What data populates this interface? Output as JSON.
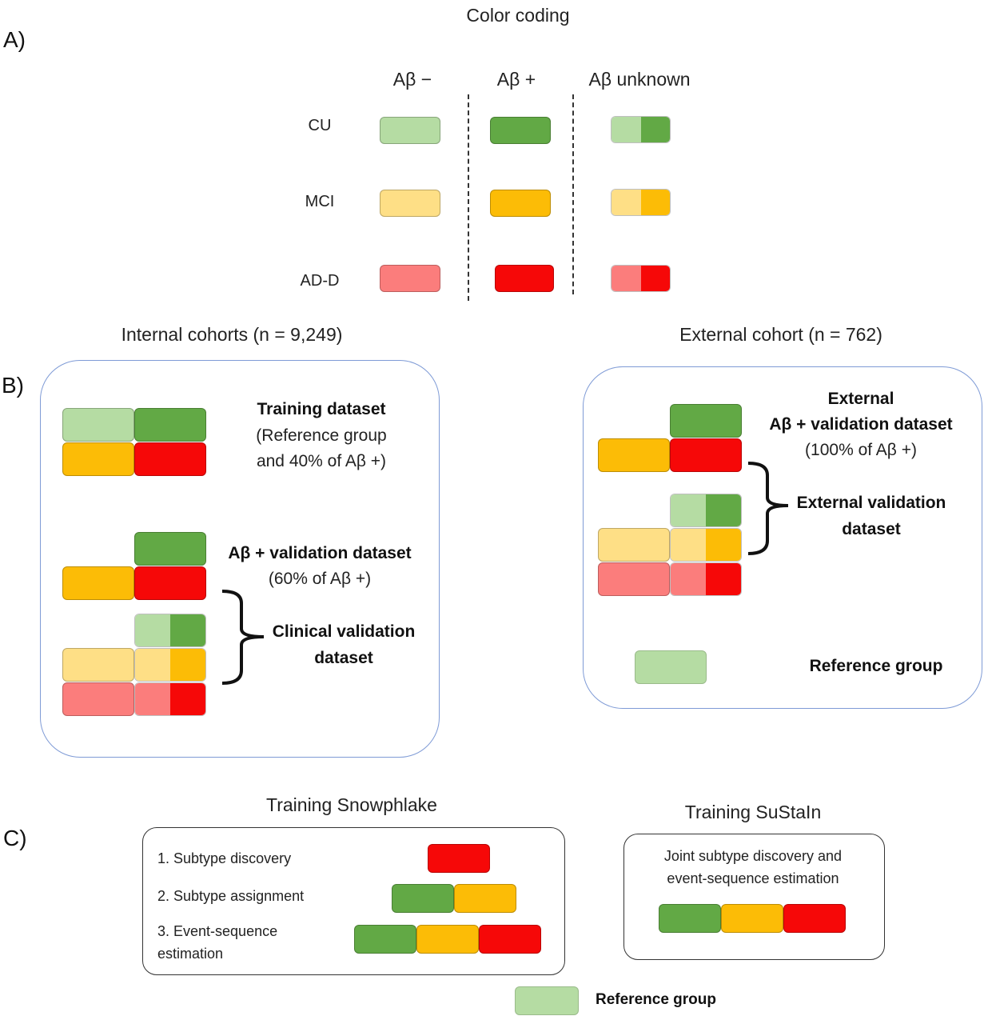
{
  "panel_a": {
    "letter": "A)",
    "title": "Color coding",
    "col_headers": [
      "Aβ −",
      "Aβ +",
      "Aβ unknown"
    ],
    "rows": [
      "CU",
      "MCI",
      "AD-D"
    ]
  },
  "panel_b": {
    "letter": "B)",
    "internal_title": "Internal cohorts (n = 9,249)",
    "external_title": "External cohort (n = 762)",
    "training_bold": "Training dataset",
    "training_sub1": "(Reference group",
    "training_sub2": "and 40% of Aβ +)",
    "abplus_bold": "Aβ + validation dataset",
    "abplus_sub": "(60% of Aβ +)",
    "clinical_bold1": "Clinical validation",
    "clinical_bold2": "dataset",
    "ext_bold1": "External",
    "ext_bold2": "Aβ + validation dataset",
    "ext_sub": "(100% of Aβ +)",
    "extval_bold1": "External validation",
    "extval_bold2": "dataset",
    "reference_label": "Reference group"
  },
  "panel_c": {
    "letter": "C)",
    "snow_title": "Training Snowphlake",
    "step1": "1. Subtype discovery",
    "step2": "2. Subtype assignment",
    "step3a": "3. Event-sequence",
    "step3b": "estimation",
    "sustain_title": "Training SuStaIn",
    "sustain_text1": "Joint subtype discovery and",
    "sustain_text2": "event-sequence estimation",
    "reference_label": "Reference group"
  },
  "colors": {
    "cu_neg": "#b5dca3",
    "cu_pos": "#62a945",
    "mci_neg": "#fedf86",
    "mci_pos": "#fcbc06",
    "ad_neg": "#fb7d7c",
    "ad_pos": "#f60808",
    "box_internal": "#7f9bd6"
  }
}
